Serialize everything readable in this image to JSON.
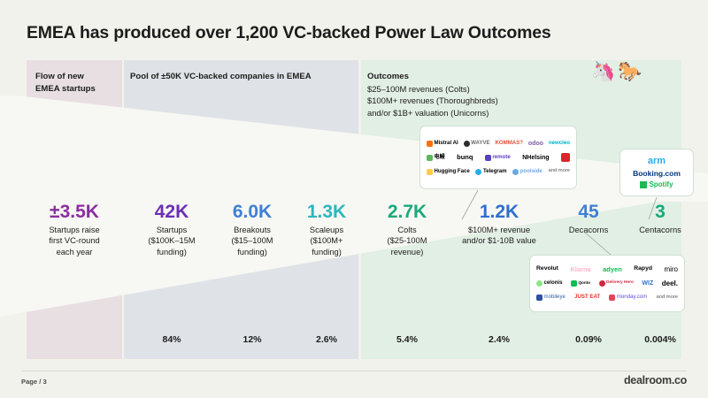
{
  "title": "EMEA has produced over 1,200 VC-backed Power Law Outcomes",
  "bands": {
    "pink": {
      "heading_line1": "Flow of new",
      "heading_line2": "EMEA startups",
      "color": "#e8dfe3"
    },
    "grey": {
      "heading": "Pool of ±50K VC-backed companies in EMEA",
      "color": "#dfe3e7"
    },
    "green": {
      "heading": "Outcomes",
      "sub1": "$25–100M revenues (Colts)",
      "sub2": "$100M+ revenues (Thoroughbreds)",
      "sub3": "and/or $1B+ valuation (Unicorns)",
      "color": "#e2efe4"
    }
  },
  "emoji": {
    "unicorn": "🦄",
    "horse": "🐎"
  },
  "stats": [
    {
      "num": "±3.5K",
      "color": "#8b2fa0",
      "label": "Startups raise\nfirst VC-round\neach year",
      "pct": ""
    },
    {
      "num": "42K",
      "color": "#6a2fb5",
      "label": "Startups\n($100K–15M\nfunding)",
      "pct": "84%"
    },
    {
      "num": "6.0K",
      "color": "#3f7fd4",
      "label": "Breakouts\n($15–100M\nfunding)",
      "pct": "12%"
    },
    {
      "num": "1.3K",
      "color": "#2bb8bd",
      "label": "Scaleups\n($100M+\nfunding)",
      "pct": "2.6%"
    },
    {
      "num": "2.7K",
      "color": "#17a97c",
      "label": "Colts\n($25-100M\nrevenue)",
      "pct": "5.4%"
    },
    {
      "num": "1.2K",
      "color": "#2f6fd0",
      "label": "$100M+ revenue\nand/or $1-10B value",
      "pct": "2.4%"
    },
    {
      "num": "45",
      "color": "#3f7fd4",
      "label": "Decacorns",
      "pct": "0.09%"
    },
    {
      "num": "3",
      "color": "#17a97c",
      "label": "Centacorns",
      "pct": "0.004%"
    }
  ],
  "cards": {
    "outcomes": {
      "rows": [
        [
          {
            "name": "Mistral AI",
            "color": "#1a1a1a",
            "mark": "#ff7000"
          },
          {
            "name": "WAYVE",
            "color": "#6b6b6b",
            "mark": "#2b2b2b"
          },
          {
            "name": "KOMMAS?",
            "color": "#e0513a",
            "mark": ""
          },
          {
            "name": "odoo",
            "color": "#7b5ea6",
            "mark": ""
          },
          {
            "name": "newcleo",
            "color": "#00b3c8",
            "mark": ""
          }
        ],
        [
          {
            "name": "电鳗",
            "color": "#1a1a1a",
            "mark": "#5cb85c"
          },
          {
            "name": "bunq",
            "color": "#1a1a1a",
            "mark": ""
          },
          {
            "name": "remote",
            "color": "#5a3fc0",
            "mark": "#5a3fc0"
          },
          {
            "name": "NHelsing",
            "color": "#1a1a1a",
            "mark": ""
          },
          {
            "name": "",
            "color": "#ffffff",
            "mark": "#d7262c"
          }
        ],
        [
          {
            "name": "Hugging Face",
            "color": "#3a3a3a",
            "mark": "#ffcc4d"
          },
          {
            "name": "Telegram",
            "color": "#1a1a1a",
            "mark": "#2aabee"
          },
          {
            "name": "poolside",
            "color": "#6aa9e0",
            "mark": "#6aa9e0"
          },
          {
            "name": "and more",
            "color": "#555555",
            "mark": ""
          }
        ]
      ]
    },
    "decacorns": {
      "rows": [
        [
          {
            "name": "Revolut",
            "color": "#1a1a1a",
            "mark": ""
          },
          {
            "name": "Klarna",
            "color": "#ffb3c7",
            "mark": ""
          },
          {
            "name": "adyen",
            "color": "#0abf53",
            "mark": ""
          },
          {
            "name": "Rapyd",
            "color": "#1a1a1a",
            "mark": ""
          },
          {
            "name": "miro",
            "color": "#2b2b2b",
            "mark": ""
          }
        ],
        [
          {
            "name": "celonis",
            "color": "#1a1a1a",
            "mark": "#8fe388"
          },
          {
            "name": "Qonto",
            "color": "#3a3a3a",
            "mark": "#0abf53"
          },
          {
            "name": "Delivery Hero",
            "color": "#d2253c",
            "mark": "#d2253c"
          },
          {
            "name": "WIZ",
            "color": "#2f6fd0",
            "mark": ""
          },
          {
            "name": "deel.",
            "color": "#1a1a1a",
            "mark": ""
          }
        ],
        [
          {
            "name": "mobileye",
            "color": "#3a5fa8",
            "mark": "#2f4fa0"
          },
          {
            "name": "JUST EAT",
            "color": "#e2331e",
            "mark": ""
          },
          {
            "name": "monday.com",
            "color": "#5a4fcf",
            "mark": "#e2445c"
          },
          {
            "name": "and more",
            "color": "#555555",
            "mark": ""
          }
        ]
      ]
    },
    "centacorns": {
      "rows": [
        {
          "name": "arm",
          "color": "#2aabee",
          "mark": ""
        },
        {
          "name": "Booking.com",
          "color": "#003580",
          "mark": ""
        },
        {
          "name": "Spotify",
          "color": "#1db954",
          "mark": "#1db954"
        }
      ]
    }
  },
  "footer": {
    "page": "Page / 3",
    "brand": "dealroom.co"
  }
}
